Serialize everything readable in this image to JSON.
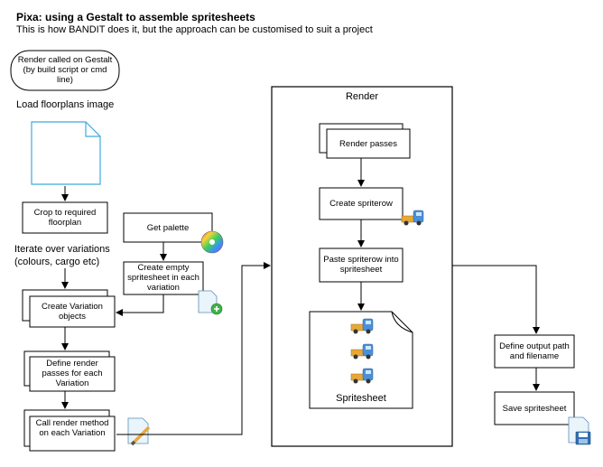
{
  "header": {
    "title": "Pixa: using a Gestalt to assemble spritesheets",
    "subtitle": "This is how BANDIT does it, but the approach can be customised to suit a project"
  },
  "nodes": {
    "start": "Render called on Gestalt (by build script or cmd line)",
    "load_floorplans": "Load floorplans image",
    "crop": "Crop to required floorplan",
    "iterate": "Iterate over variations (colours, cargo etc)",
    "get_palette": "Get palette",
    "create_empty": "Create empty spritesheet in each variation",
    "create_variation": "Create Variation objects",
    "define_passes": "Define render passes for each Variation",
    "call_render": "Call render method on each Variation",
    "render_container": "Render",
    "render_passes": "Render passes",
    "create_spriterow": "Create spriterow",
    "paste_spriterow": "Paste spriterow into spritesheet",
    "spritesheet": "Spritesheet",
    "define_output": "Define output path and filename",
    "save_spritesheet": "Save spritesheet"
  },
  "colors": {
    "stroke": "#000000",
    "doc_blue": "#3fa9e0",
    "truck_cab": "#4a90d9",
    "truck_bed": "#e8a838"
  }
}
